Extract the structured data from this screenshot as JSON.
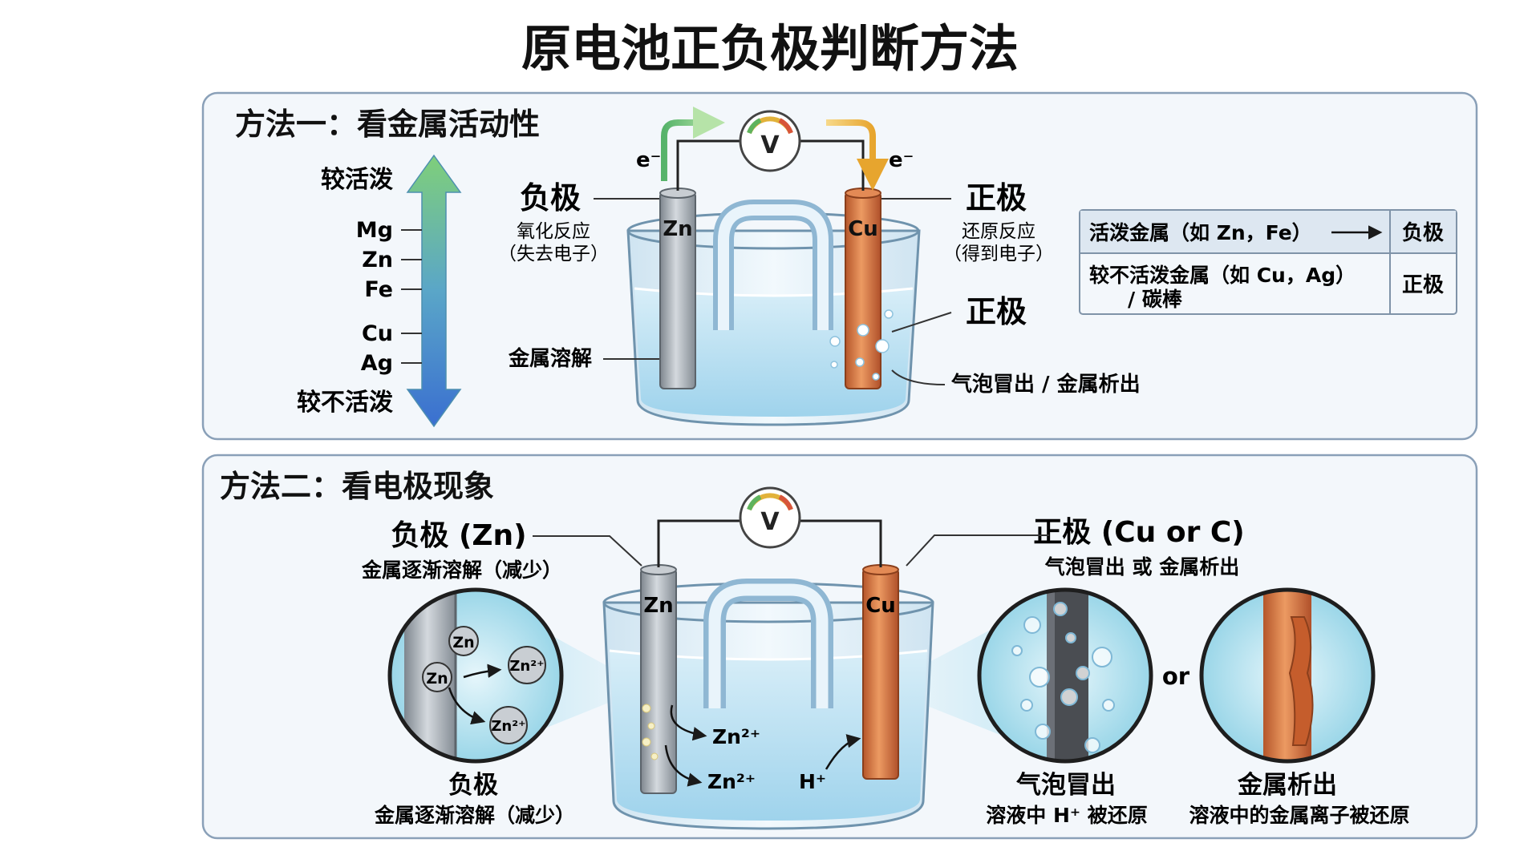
{
  "title": "原电池正负极判断方法",
  "section1": {
    "heading": "方法一：看金属活动性",
    "scale": {
      "top_label": "较活泼",
      "bottom_label": "较不活泼",
      "metals": [
        "Mg",
        "Zn",
        "Fe",
        "Cu",
        "Ag"
      ]
    },
    "voltmeter": "V",
    "electron_left": "e⁻",
    "electron_right": "e⁻",
    "zn_label": "Zn",
    "cu_label": "Cu",
    "neg_title": "负极",
    "neg_line1": "氧化反应",
    "neg_line2": "（失去电子）",
    "pos_title": "正极",
    "pos_line1": "还原反应",
    "pos_line2": "（得到电子）",
    "pos_title2": "正极",
    "dissolve": "金属溶解",
    "bubbles": "气泡冒出 / 金属析出",
    "table": {
      "row1_left": "活泼金属（如 Zn，Fe）",
      "row1_right": "负极",
      "row2_left_a": "较不活泼金属（如 Cu，Ag）",
      "row2_left_b": "/ 碳棒",
      "row2_right": "正极"
    }
  },
  "section2": {
    "heading": "方法二：看电极现象",
    "voltmeter": "V",
    "neg_title": "负极 (Zn)",
    "neg_sub": "金属逐渐溶解（减少）",
    "pos_title": "正极 (Cu or C)",
    "pos_sub": "气泡冒出 或 金属析出",
    "zn_label": "Zn",
    "cu_label": "Cu",
    "zn2_a": "Zn²⁺",
    "zn2_b": "Zn²⁺",
    "h_plus": "H⁺",
    "zoom_left": {
      "atom1": "Zn",
      "atom2": "Zn",
      "ion1": "Zn²⁺",
      "ion2": "Zn²⁺"
    },
    "neg_bottom_title": "负极",
    "neg_bottom_sub": "金属逐渐溶解（减少）",
    "or_text": "or",
    "bubble_title": "气泡冒出",
    "bubble_sub": "溶液中 H⁺ 被还原",
    "metal_title": "金属析出",
    "metal_sub": "溶液中的金属离子被还原"
  },
  "colors": {
    "panel_border": "#8aa0b8",
    "panel_bg": "#f3f7fb",
    "zinc": "#9aa3ab",
    "copper": "#d0703a",
    "solution": "#bfe4f3",
    "arrow_green": "#6cc07a",
    "arrow_blue": "#3f7fd0"
  }
}
